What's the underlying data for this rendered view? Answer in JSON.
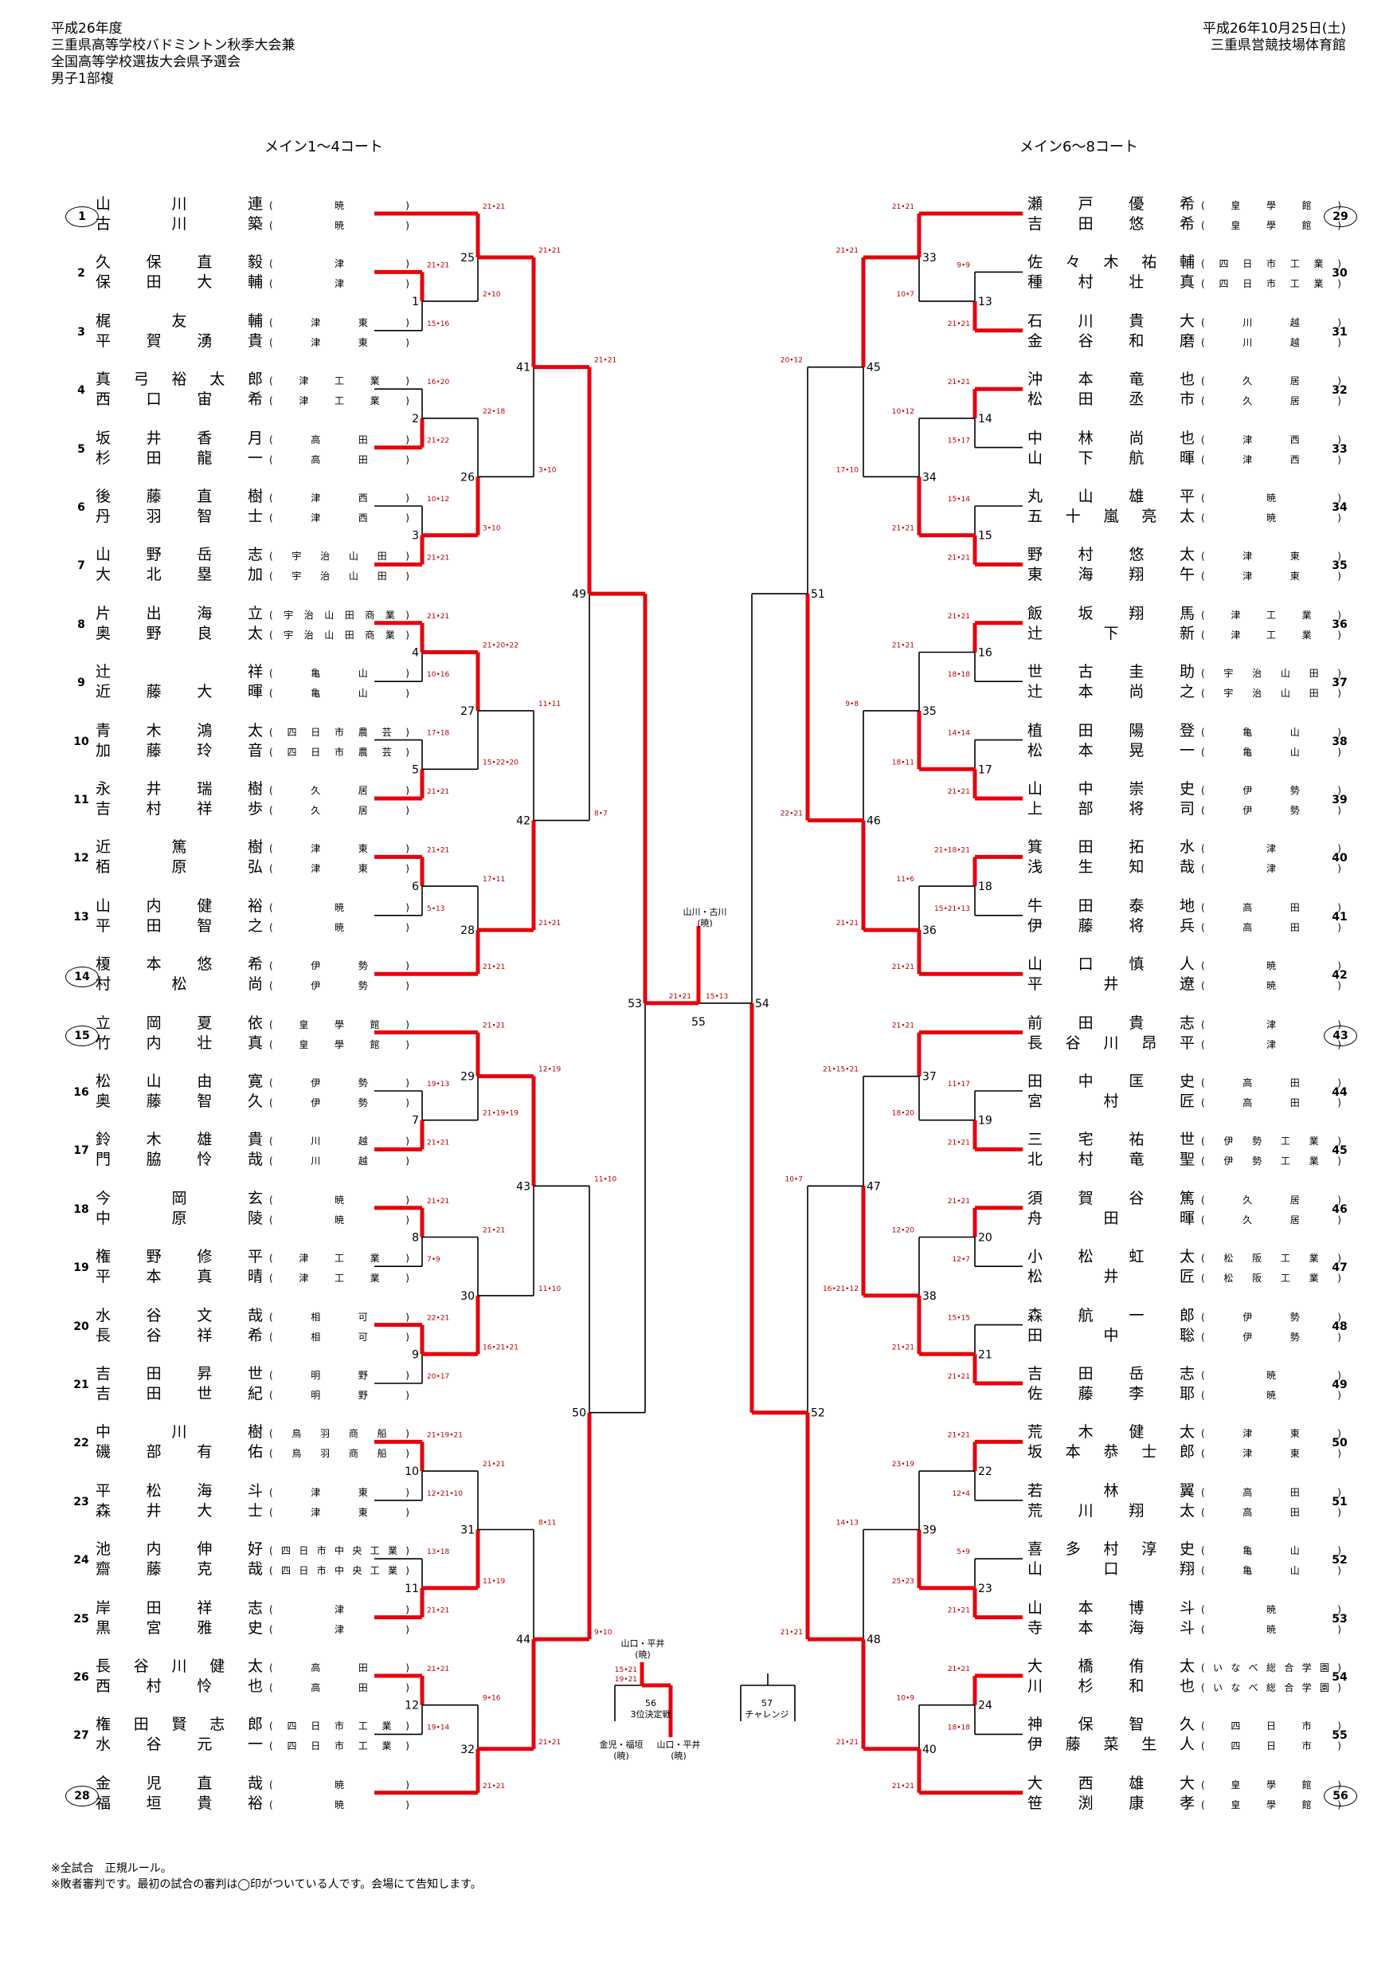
{
  "header": {
    "left_lines": [
      "平成26年度",
      "三重県高等学校バドミントン秋季大会兼",
      "全国高等学校選抜大会県予選会",
      "男子1部複"
    ],
    "right_lines": [
      "平成26年10月25日(土)",
      "三重県営競技場体育館"
    ]
  },
  "courts": {
    "left": "メイン1～4コート",
    "right": "メイン6～8コート"
  },
  "colors": {
    "winner_line": "#e8000b",
    "line": "#000000",
    "score_text": "#c00000"
  },
  "left_entries": [
    {
      "no": "1",
      "circled": true,
      "players": [
        {
          "name": "山川連",
          "school": "(暁)"
        },
        {
          "name": "古川築",
          "school": "(暁)"
        }
      ]
    },
    {
      "no": "2",
      "circled": false,
      "players": [
        {
          "name": "久保直毅",
          "school": "(津)"
        },
        {
          "name": "保田大輔",
          "school": "(津)"
        }
      ]
    },
    {
      "no": "3",
      "circled": false,
      "players": [
        {
          "name": "梶友輔",
          "school": "(津東)"
        },
        {
          "name": "平賀湧貴",
          "school": "(津東)"
        }
      ]
    },
    {
      "no": "4",
      "circled": false,
      "players": [
        {
          "name": "真弓裕太郎",
          "school": "(津工業)"
        },
        {
          "name": "西口宙希",
          "school": "(津工業)"
        }
      ]
    },
    {
      "no": "5",
      "circled": false,
      "players": [
        {
          "name": "坂井香月",
          "school": "(高田)"
        },
        {
          "name": "杉田龍一",
          "school": "(高田)"
        }
      ]
    },
    {
      "no": "6",
      "circled": false,
      "players": [
        {
          "name": "後藤直樹",
          "school": "(津西)"
        },
        {
          "name": "丹羽智士",
          "school": "(津西)"
        }
      ]
    },
    {
      "no": "7",
      "circled": false,
      "players": [
        {
          "name": "山野岳志",
          "school": "(宇治山田)"
        },
        {
          "name": "大北塁加",
          "school": "(宇治山田)"
        }
      ]
    },
    {
      "no": "8",
      "circled": false,
      "players": [
        {
          "name": "片出海立",
          "school": "(宇治山田商業)"
        },
        {
          "name": "奥野良太",
          "school": "(宇治山田商業)"
        }
      ]
    },
    {
      "no": "9",
      "circled": false,
      "players": [
        {
          "name": "辻祥",
          "school": "(亀山)"
        },
        {
          "name": "近藤大暉",
          "school": "(亀山)"
        }
      ]
    },
    {
      "no": "10",
      "circled": false,
      "players": [
        {
          "name": "青木鴻太",
          "school": "(四日市農芸)"
        },
        {
          "name": "加藤玲音",
          "school": "(四日市農芸)"
        }
      ]
    },
    {
      "no": "11",
      "circled": false,
      "players": [
        {
          "name": "永井瑞樹",
          "school": "(久居)"
        },
        {
          "name": "吉村祥歩",
          "school": "(久居)"
        }
      ]
    },
    {
      "no": "12",
      "circled": false,
      "players": [
        {
          "name": "近篤樹",
          "school": "(津東)"
        },
        {
          "name": "栢原弘",
          "school": "(津東)"
        }
      ]
    },
    {
      "no": "13",
      "circled": false,
      "players": [
        {
          "name": "山内健裕",
          "school": "(暁)"
        },
        {
          "name": "平田智之",
          "school": "(暁)"
        }
      ]
    },
    {
      "no": "14",
      "circled": true,
      "players": [
        {
          "name": "榎本悠希",
          "school": "(伊勢)"
        },
        {
          "name": "村松尚",
          "school": "(伊勢)"
        }
      ]
    },
    {
      "no": "15",
      "circled": true,
      "players": [
        {
          "name": "立岡夏依",
          "school": "(皇學館)"
        },
        {
          "name": "竹内壮真",
          "school": "(皇學館)"
        }
      ]
    },
    {
      "no": "16",
      "circled": false,
      "players": [
        {
          "name": "松山由寛",
          "school": "(伊勢)"
        },
        {
          "name": "奥藤智久",
          "school": "(伊勢)"
        }
      ]
    },
    {
      "no": "17",
      "circled": false,
      "players": [
        {
          "name": "鈴木雄貴",
          "school": "(川越)"
        },
        {
          "name": "門脇怜哉",
          "school": "(川越)"
        }
      ]
    },
    {
      "no": "18",
      "circled": false,
      "players": [
        {
          "name": "今岡玄",
          "school": "(暁)"
        },
        {
          "name": "中原陵",
          "school": "(暁)"
        }
      ]
    },
    {
      "no": "19",
      "circled": false,
      "players": [
        {
          "name": "権野修平",
          "school": "(津工業)"
        },
        {
          "name": "平本真晴",
          "school": "(津工業)"
        }
      ]
    },
    {
      "no": "20",
      "circled": false,
      "players": [
        {
          "name": "水谷文哉",
          "school": "(相可)"
        },
        {
          "name": "長谷祥希",
          "school": "(相可)"
        }
      ]
    },
    {
      "no": "21",
      "circled": false,
      "players": [
        {
          "name": "吉田昇世",
          "school": "(明野)"
        },
        {
          "name": "吉田世紀",
          "school": "(明野)"
        }
      ]
    },
    {
      "no": "22",
      "circled": false,
      "players": [
        {
          "name": "中川樹",
          "school": "(鳥羽商船)"
        },
        {
          "name": "磯部有佑",
          "school": "(鳥羽商船)"
        }
      ]
    },
    {
      "no": "23",
      "circled": false,
      "players": [
        {
          "name": "平松海斗",
          "school": "(津東)"
        },
        {
          "name": "森井大士",
          "school": "(津東)"
        }
      ]
    },
    {
      "no": "24",
      "circled": false,
      "players": [
        {
          "name": "池内伸好",
          "school": "(四日市中央工業)"
        },
        {
          "name": "齋藤克哉",
          "school": "(四日市中央工業)"
        }
      ]
    },
    {
      "no": "25",
      "circled": false,
      "players": [
        {
          "name": "岸田祥志",
          "school": "(津)"
        },
        {
          "name": "黒宮雅史",
          "school": "(津)"
        }
      ]
    },
    {
      "no": "26",
      "circled": false,
      "players": [
        {
          "name": "長谷川健太",
          "school": "(高田)"
        },
        {
          "name": "西村怜也",
          "school": "(高田)"
        }
      ]
    },
    {
      "no": "27",
      "circled": false,
      "players": [
        {
          "name": "権田賢志郎",
          "school": "(四日市工業)"
        },
        {
          "name": "水谷元一",
          "school": "(四日市工業)"
        }
      ]
    },
    {
      "no": "28",
      "circled": true,
      "players": [
        {
          "name": "金児直哉",
          "school": "(暁)"
        },
        {
          "name": "福垣貴裕",
          "school": "(暁)"
        }
      ]
    }
  ],
  "right_entries": [
    {
      "no": "29",
      "circled": true,
      "players": [
        {
          "name": "瀬戸優希",
          "school": "(皇學館)"
        },
        {
          "name": "吉田悠希",
          "school": "(皇學館)"
        }
      ]
    },
    {
      "no": "30",
      "circled": false,
      "players": [
        {
          "name": "佐々木祐輔",
          "school": "(四日市工業)"
        },
        {
          "name": "種村壮真",
          "school": "(四日市工業)"
        }
      ]
    },
    {
      "no": "31",
      "circled": false,
      "players": [
        {
          "name": "石川貴大",
          "school": "(川越)"
        },
        {
          "name": "金谷和磨",
          "school": "(川越)"
        }
      ]
    },
    {
      "no": "32",
      "circled": false,
      "players": [
        {
          "name": "沖本竜也",
          "school": "(久居)"
        },
        {
          "name": "松田丞市",
          "school": "(久居)"
        }
      ]
    },
    {
      "no": "33",
      "circled": false,
      "players": [
        {
          "name": "中林尚也",
          "school": "(津西)"
        },
        {
          "name": "山下航暉",
          "school": "(津西)"
        }
      ]
    },
    {
      "no": "34",
      "circled": false,
      "players": [
        {
          "name": "丸山雄平",
          "school": "(暁)"
        },
        {
          "name": "五十嵐亮太",
          "school": "(暁)"
        }
      ]
    },
    {
      "no": "35",
      "circled": false,
      "players": [
        {
          "name": "野村悠太",
          "school": "(津東)"
        },
        {
          "name": "東海翔午",
          "school": "(津東)"
        }
      ]
    },
    {
      "no": "36",
      "circled": false,
      "players": [
        {
          "name": "飯坂翔馬",
          "school": "(津工業)"
        },
        {
          "name": "辻下新",
          "school": "(津工業)"
        }
      ]
    },
    {
      "no": "37",
      "circled": false,
      "players": [
        {
          "name": "世古圭助",
          "school": "(宇治山田)"
        },
        {
          "name": "辻本尚之",
          "school": "(宇治山田)"
        }
      ]
    },
    {
      "no": "38",
      "circled": false,
      "players": [
        {
          "name": "植田陽登",
          "school": "(亀山)"
        },
        {
          "name": "松本晃一",
          "school": "(亀山)"
        }
      ]
    },
    {
      "no": "39",
      "circled": false,
      "players": [
        {
          "name": "山中崇史",
          "school": "(伊勢)"
        },
        {
          "name": "上部将司",
          "school": "(伊勢)"
        }
      ]
    },
    {
      "no": "40",
      "circled": false,
      "players": [
        {
          "name": "箕田拓水",
          "school": "(津)"
        },
        {
          "name": "浅生知哉",
          "school": "(津)"
        }
      ]
    },
    {
      "no": "41",
      "circled": false,
      "players": [
        {
          "name": "牛田泰地",
          "school": "(高田)"
        },
        {
          "name": "伊藤将兵",
          "school": "(高田)"
        }
      ]
    },
    {
      "no": "42",
      "circled": false,
      "players": [
        {
          "name": "山口慎人",
          "school": "(暁)"
        },
        {
          "name": "平井遼",
          "school": "(暁)"
        }
      ]
    },
    {
      "no": "43",
      "circled": true,
      "players": [
        {
          "name": "前田貴志",
          "school": "(津)"
        },
        {
          "name": "長谷川昂平",
          "school": "(津)"
        }
      ]
    },
    {
      "no": "44",
      "circled": false,
      "players": [
        {
          "name": "田中匡史",
          "school": "(高田)"
        },
        {
          "name": "宮村匠",
          "school": "(高田)"
        }
      ]
    },
    {
      "no": "45",
      "circled": false,
      "players": [
        {
          "name": "三宅祐世",
          "school": "(伊勢工業)"
        },
        {
          "name": "北村竜聖",
          "school": "(伊勢工業)"
        }
      ]
    },
    {
      "no": "46",
      "circled": false,
      "players": [
        {
          "name": "須賀谷篤",
          "school": "(久居)"
        },
        {
          "name": "舟田暉",
          "school": "(久居)"
        }
      ]
    },
    {
      "no": "47",
      "circled": false,
      "players": [
        {
          "name": "小松虹太",
          "school": "(松阪工業)"
        },
        {
          "name": "松井匠",
          "school": "(松阪工業)"
        }
      ]
    },
    {
      "no": "48",
      "circled": false,
      "players": [
        {
          "name": "森航一郎",
          "school": "(伊勢)"
        },
        {
          "name": "田中聡",
          "school": "(伊勢)"
        }
      ]
    },
    {
      "no": "49",
      "circled": false,
      "players": [
        {
          "name": "吉田岳志",
          "school": "(暁)"
        },
        {
          "name": "佐藤李耶",
          "school": "(暁)"
        }
      ]
    },
    {
      "no": "50",
      "circled": false,
      "players": [
        {
          "name": "荒木健太",
          "school": "(津東)"
        },
        {
          "name": "坂本恭士郎",
          "school": "(津東)"
        }
      ]
    },
    {
      "no": "51",
      "circled": false,
      "players": [
        {
          "name": "若林翼",
          "school": "(高田)"
        },
        {
          "name": "荒川翔太",
          "school": "(高田)"
        }
      ]
    },
    {
      "no": "52",
      "circled": false,
      "players": [
        {
          "name": "喜多村淳史",
          "school": "(亀山)"
        },
        {
          "name": "山口翔",
          "school": "(亀山)"
        }
      ]
    },
    {
      "no": "53",
      "circled": false,
      "players": [
        {
          "name": "山本博斗",
          "school": "(暁)"
        },
        {
          "name": "寺本海斗",
          "school": "(暁)"
        }
      ]
    },
    {
      "no": "54",
      "circled": false,
      "players": [
        {
          "name": "大橋侑太",
          "school": "(いなべ総合学園)"
        },
        {
          "name": "川杉和也",
          "school": "(いなべ総合学園)"
        }
      ]
    },
    {
      "no": "55",
      "circled": false,
      "players": [
        {
          "name": "神保智久",
          "school": "(四日市)"
        },
        {
          "name": "伊藤菜生人",
          "school": "(四日市)"
        }
      ]
    },
    {
      "no": "56",
      "circled": true,
      "players": [
        {
          "name": "大西雄大",
          "school": "(皇學館)"
        },
        {
          "name": "笹渕康孝",
          "school": "(皇學館)"
        }
      ]
    }
  ],
  "final": {
    "champion": "山川・古川",
    "champion_school": "(暁)",
    "match_53": "53",
    "match_54": "54",
    "match_55": "55",
    "score": "21•21",
    "score_b": "15•13"
  },
  "third_place": {
    "winner": "山口・平井",
    "winner_school": "(暁)",
    "label_no": "56",
    "label": "3位決定戦",
    "score_1": "15•21",
    "score_2": "19•21",
    "left_team": "金児・福垣",
    "left_school": "(暁)",
    "right_team": "山口・平井",
    "right_school": "(暁)"
  },
  "challenge": {
    "no": "57",
    "label": "チャレンジ"
  },
  "footer": [
    "※全試合　正規ルール。",
    "※敗者審判です。最初の試合の審判は◯印がついている人です。会場にて告知します。"
  ],
  "left_matches": [
    {
      "id": "1",
      "score_top": "21•21",
      "score_bot": "15•16"
    },
    {
      "id": "2",
      "score_top": "16•20",
      "score_bot": "21•22"
    },
    {
      "id": "3",
      "score_top": "10•12",
      "score_bot": "21•21"
    },
    {
      "id": "4",
      "score_top": "21•21",
      "score_bot": "10•16"
    },
    {
      "id": "5",
      "score_top": "17•18",
      "score_bot": "21•21"
    },
    {
      "id": "6",
      "score_top": "21•21",
      "score_bot": "5•13"
    },
    {
      "id": "7",
      "score_top": "19•13",
      "score_bot": "21•21"
    },
    {
      "id": "8",
      "score_top": "21•21",
      "score_bot": "7•9"
    },
    {
      "id": "9",
      "score_top": "22•21",
      "score_bot": "20•17"
    },
    {
      "id": "10",
      "score_top": "21•19•21",
      "score_bot": "12•21•10"
    },
    {
      "id": "11",
      "score_top": "13•18",
      "score_bot": "21•21"
    },
    {
      "id": "12",
      "score_top": "21•21",
      "score_bot": "19•14"
    },
    {
      "id": "25",
      "score_top": "21•21",
      "score_bot": "2•10"
    },
    {
      "id": "26",
      "score_top": "22•18",
      "score_bot": "3•10"
    },
    {
      "id": "27",
      "score_top": "21•20•22",
      "score_bot": "15•22•20"
    },
    {
      "id": "28",
      "score_top": "17•11",
      "score_bot": "21•21"
    },
    {
      "id": "29",
      "score_top": "21•21",
      "score_bot": "21•19•19"
    },
    {
      "id": "30",
      "score_top": "21•21",
      "score_bot": "16•21•21"
    },
    {
      "id": "31",
      "score_top": "21•21",
      "score_bot": "11•19"
    },
    {
      "id": "32",
      "score_top": "9•16",
      "score_bot": "21•21"
    },
    {
      "id": "41",
      "score_top": "21•21",
      "score_bot": "3•10"
    },
    {
      "id": "42",
      "score_top": "11•11",
      "score_bot": "21•21"
    },
    {
      "id": "43",
      "score_top": "12•19",
      "score_bot": "11•10"
    },
    {
      "id": "44",
      "score_top": "8•11",
      "score_bot": "21•21"
    },
    {
      "id": "49",
      "score_top": "21•21",
      "score_bot": "8•7"
    },
    {
      "id": "50",
      "score_top": "11•10",
      "score_bot": "9•10"
    }
  ],
  "right_matches": [
    {
      "id": "13",
      "score_top": "9•9",
      "score_bot": "21•21"
    },
    {
      "id": "14",
      "score_top": "21•21",
      "score_bot": "15•17"
    },
    {
      "id": "15",
      "score_top": "15•14",
      "score_bot": "21•21"
    },
    {
      "id": "16",
      "score_top": "21•21",
      "score_bot": "18•18"
    },
    {
      "id": "17",
      "score_top": "14•14",
      "score_bot": "21•21"
    },
    {
      "id": "18",
      "score_top": "21•18•21",
      "score_bot": "15•21•13"
    },
    {
      "id": "19",
      "score_top": "11•17",
      "score_bot": "21•21"
    },
    {
      "id": "20",
      "score_top": "21•21",
      "score_bot": "12•7"
    },
    {
      "id": "21",
      "score_top": "15•15",
      "score_bot": "21•21"
    },
    {
      "id": "22",
      "score_top": "21•21",
      "score_bot": "12•4"
    },
    {
      "id": "23",
      "score_top": "5•9",
      "score_bot": "21•21"
    },
    {
      "id": "24",
      "score_top": "21•21",
      "score_bot": "18•18"
    },
    {
      "id": "33",
      "score_top": "21•21",
      "score_bot": "10•7"
    },
    {
      "id": "34",
      "score_top": "10•12",
      "score_bot": "21•21"
    },
    {
      "id": "35",
      "score_top": "21•21",
      "score_bot": "18•11"
    },
    {
      "id": "36",
      "score_top": "11•6",
      "score_bot": "21•21"
    },
    {
      "id": "37",
      "score_top": "21•21",
      "score_bot": "18•20"
    },
    {
      "id": "38",
      "score_top": "12•20",
      "score_bot": "21•21"
    },
    {
      "id": "39",
      "score_top": "23•19",
      "score_bot": "25•23"
    },
    {
      "id": "40",
      "score_top": "10•9",
      "score_bot": "21•21"
    },
    {
      "id": "45",
      "score_top": "21•21",
      "score_bot": "17•10"
    },
    {
      "id": "46",
      "score_top": "9•8",
      "score_bot": "21•21"
    },
    {
      "id": "47",
      "score_top": "21•15•21",
      "score_bot": "16•21•12"
    },
    {
      "id": "48",
      "score_top": "14•13",
      "score_bot": "21•21"
    },
    {
      "id": "51",
      "score_top": "20•12",
      "score_bot": "22•21"
    },
    {
      "id": "52",
      "score_top": "10•7",
      "score_bot": "21•21"
    }
  ]
}
